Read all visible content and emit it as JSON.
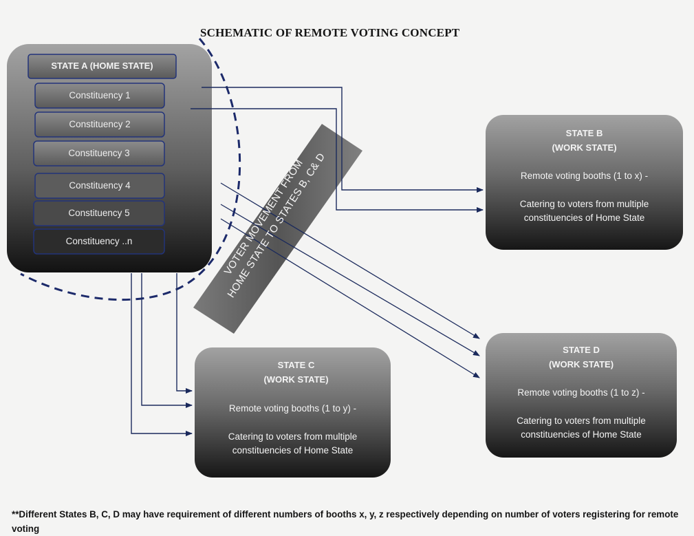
{
  "title": "SCHEMATIC OF REMOTE VOTING CONCEPT",
  "home_state": {
    "title": "STATE A (HOME STATE)",
    "constituencies": [
      "Constituency 1",
      "Constituency 2",
      "Constituency 3",
      "Constituency 4",
      "Constituency 5",
      "Constituency ..n"
    ]
  },
  "movement_label": {
    "line1": "VOTER MOVEMENT FROM",
    "line2": "HOME STATE TO STATES B, C& D"
  },
  "state_b": {
    "name": "STATE B",
    "subtitle": "(WORK STATE)",
    "booths": "Remote voting booths (1 to x) -",
    "catering_line1": "Catering to voters from multiple",
    "catering_line2": "constituencies of Home State"
  },
  "state_c": {
    "name": "STATE C",
    "subtitle": "(WORK STATE)",
    "booths": "Remote voting booths (1 to y) -",
    "catering_line1": "Catering to voters from multiple",
    "catering_line2": "constituencies of Home State"
  },
  "state_d": {
    "name": "STATE D",
    "subtitle": "(WORK STATE)",
    "booths": "Remote voting booths (1 to z) -",
    "catering_line1": "Catering to voters from multiple",
    "catering_line2": "constituencies of Home State"
  },
  "footnote": "**Different States B, C, D may have requirement of different numbers of booths x, y, z respectively depending on number of voters registering for remote voting",
  "colors": {
    "box_top": "#9a9a9a",
    "box_bottom": "#151515",
    "arrow": "#1b2a5c",
    "dashed_arc": "#1c2a6a",
    "band": "#5b5b5b"
  }
}
